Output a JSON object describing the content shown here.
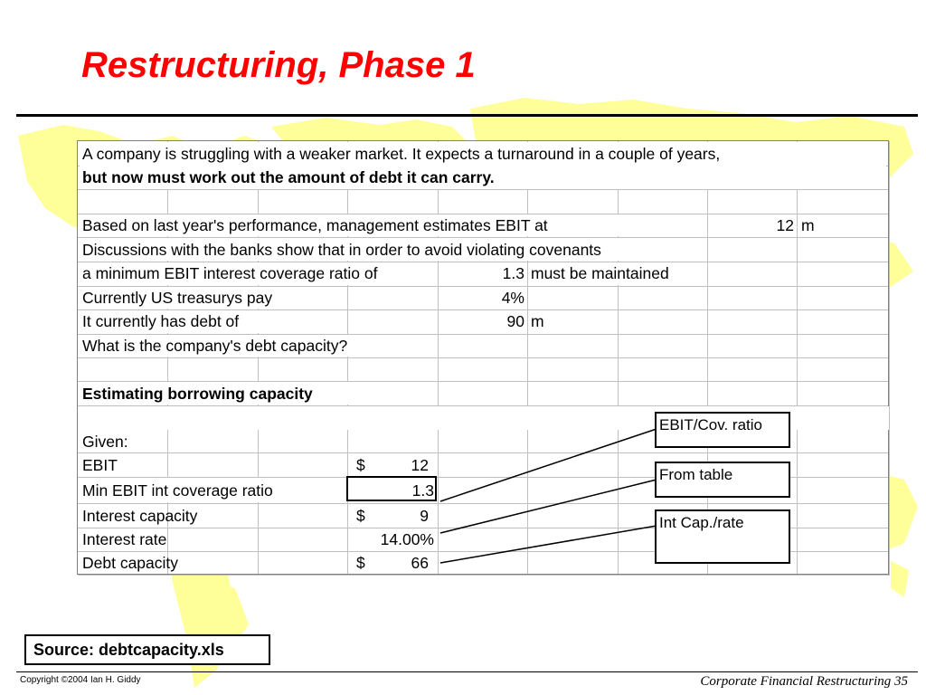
{
  "slide": {
    "title": "Restructuring, Phase 1",
    "source": "Source: debtcapacity.xls",
    "copyright": "Copyright ©2004 Ian H. Giddy",
    "footer": "Corporate Financial Restructuring 35",
    "background_map_icon": "world-map-watermark"
  },
  "sheet": {
    "line1": "A company is struggling with a weaker market. It expects a turnaround in a couple of years,",
    "line2": "but now must work out the amount of debt it can carry.",
    "ebit_label": "Based on last year's performance, management estimates EBIT at",
    "ebit_value": "12",
    "ebit_unit": "m",
    "banks_line": "Discussions with the banks show that in order to avoid violating covenants",
    "coverage_label": "a minimum EBIT interest coverage ratio of",
    "coverage_value": "1.3",
    "coverage_suffix": "must be maintained",
    "treasury_label": "Currently US treasurys pay",
    "treasury_value": "4%",
    "debt_label": "It currently has debt of",
    "debt_value": "90",
    "debt_unit": "m",
    "question": "What is the company's debt capacity?",
    "section_heading": "Estimating borrowing capacity",
    "given_label": "Given:",
    "calc_rows": [
      {
        "label": "EBIT",
        "currency": "$",
        "value": "12"
      },
      {
        "label": "Min EBIT int coverage ratio",
        "currency": "",
        "value": "1.3"
      },
      {
        "label": "Interest capacity",
        "currency": "$",
        "value": "9"
      },
      {
        "label": "Interest rate",
        "currency": "",
        "value": "14.00%"
      },
      {
        "label": "Debt capacity",
        "currency": "$",
        "value": "66"
      }
    ]
  },
  "callouts": {
    "ebit_cov": "EBIT/Cov. ratio",
    "from_table": "From table",
    "int_cap_rate": "Int Cap./rate"
  },
  "colors": {
    "title": "#ff0000",
    "map": "#ffff99",
    "grid": "#c0c0c0"
  }
}
